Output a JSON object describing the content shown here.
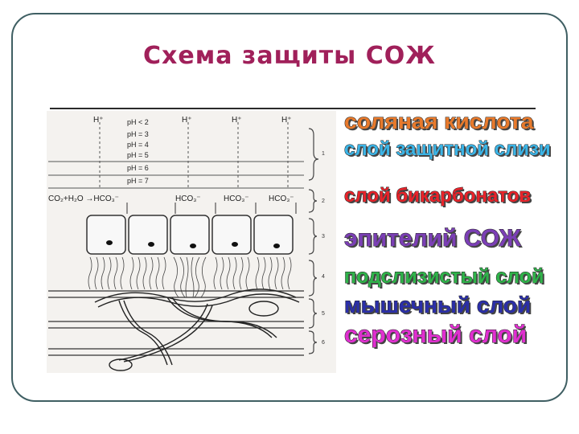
{
  "slide": {
    "title": "Схема защиты СОЖ"
  },
  "diagram": {
    "ph_labels": [
      "pH < 2",
      "pH = 3",
      "pH = 4",
      "pH = 5",
      "pH = 6",
      "pH = 7"
    ],
    "h_labels": [
      "H⁺",
      "H⁺",
      "H⁺",
      "H⁺"
    ],
    "equation": "CO₂+H₂O →HCO₃⁻",
    "hco3": [
      "HCO₃⁻",
      "HCO₃⁻",
      "HCO₃⁻"
    ],
    "layer_numbers": [
      "1",
      "2",
      "3",
      "4",
      "5",
      "6"
    ]
  },
  "labels": [
    {
      "text": "соляная кислота",
      "color": "#e87a2c"
    },
    {
      "text": "слой защитной слизи",
      "color": "#3bb4e6"
    },
    {
      "text": "слой бикарбонатов",
      "color": "#e8232a"
    },
    {
      "text": "эпителий СОЖ",
      "color": "#7b3fb5"
    },
    {
      "text": "подслизистый слой",
      "color": "#2fb34a"
    },
    {
      "text": "мышечный слой",
      "color": "#2b2fa8"
    },
    {
      "text": "серозный слой",
      "color": "#e02fd0"
    }
  ]
}
